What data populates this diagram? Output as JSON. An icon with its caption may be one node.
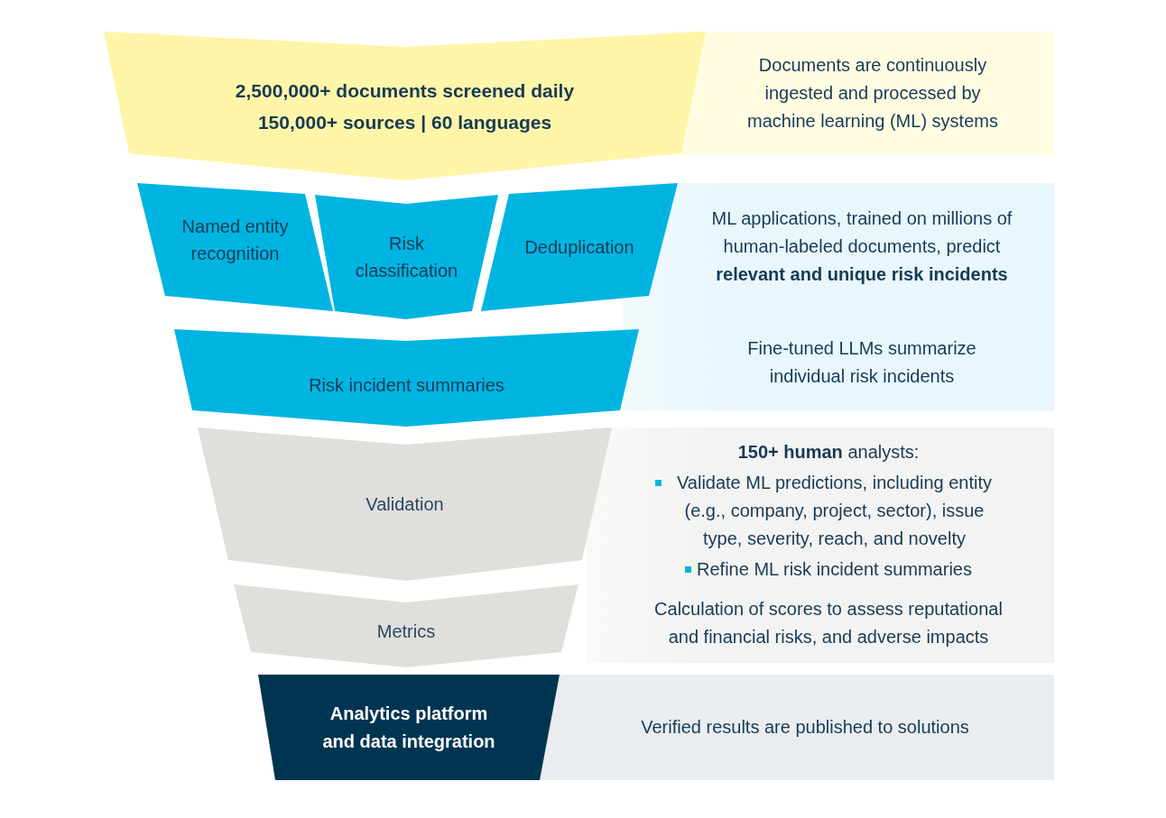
{
  "diagram": {
    "nodes": [
      {
        "text": [
          "2,500,000+ documents screened daily",
          "150,000+ sources | 60 languages"
        ]
      },
      {
        "text": [
          "Documents are continuously ingested and processed by machine learning (ML) systems"
        ]
      },
      {
        "text": [
          "Named entity recognition"
        ]
      },
      {
        "text": [
          "Risk classification"
        ]
      },
      {
        "text": [
          "Deduplication"
        ]
      },
      {
        "text": [
          "ML applications, trained on millions of human-labeled documents, predict **relevant and unique risk incidents**",
          "Fine-tuned LLMs summarize individual risk incidents"
        ]
      },
      {
        "text": [
          "Risk incident summaries"
        ]
      },
      {
        "text": [
          "Validation"
        ]
      },
      {
        "text": [
          "**150+ human** analysts:",
          "Validate ML predictions, including entity (e.g., company, project, sector), issue type, severity, reach, and novelty",
          "Refine ML risk incident summaries",
          "Calculation of scores to assess reputational and financial risks, and adverse impacts"
        ]
      },
      {
        "text": [
          "Metrics"
        ]
      },
      {
        "text": [
          "Analytics platform and data integration"
        ]
      },
      {
        "text": [
          "Verified results are published to solutions"
        ]
      }
    ]
  }
}
